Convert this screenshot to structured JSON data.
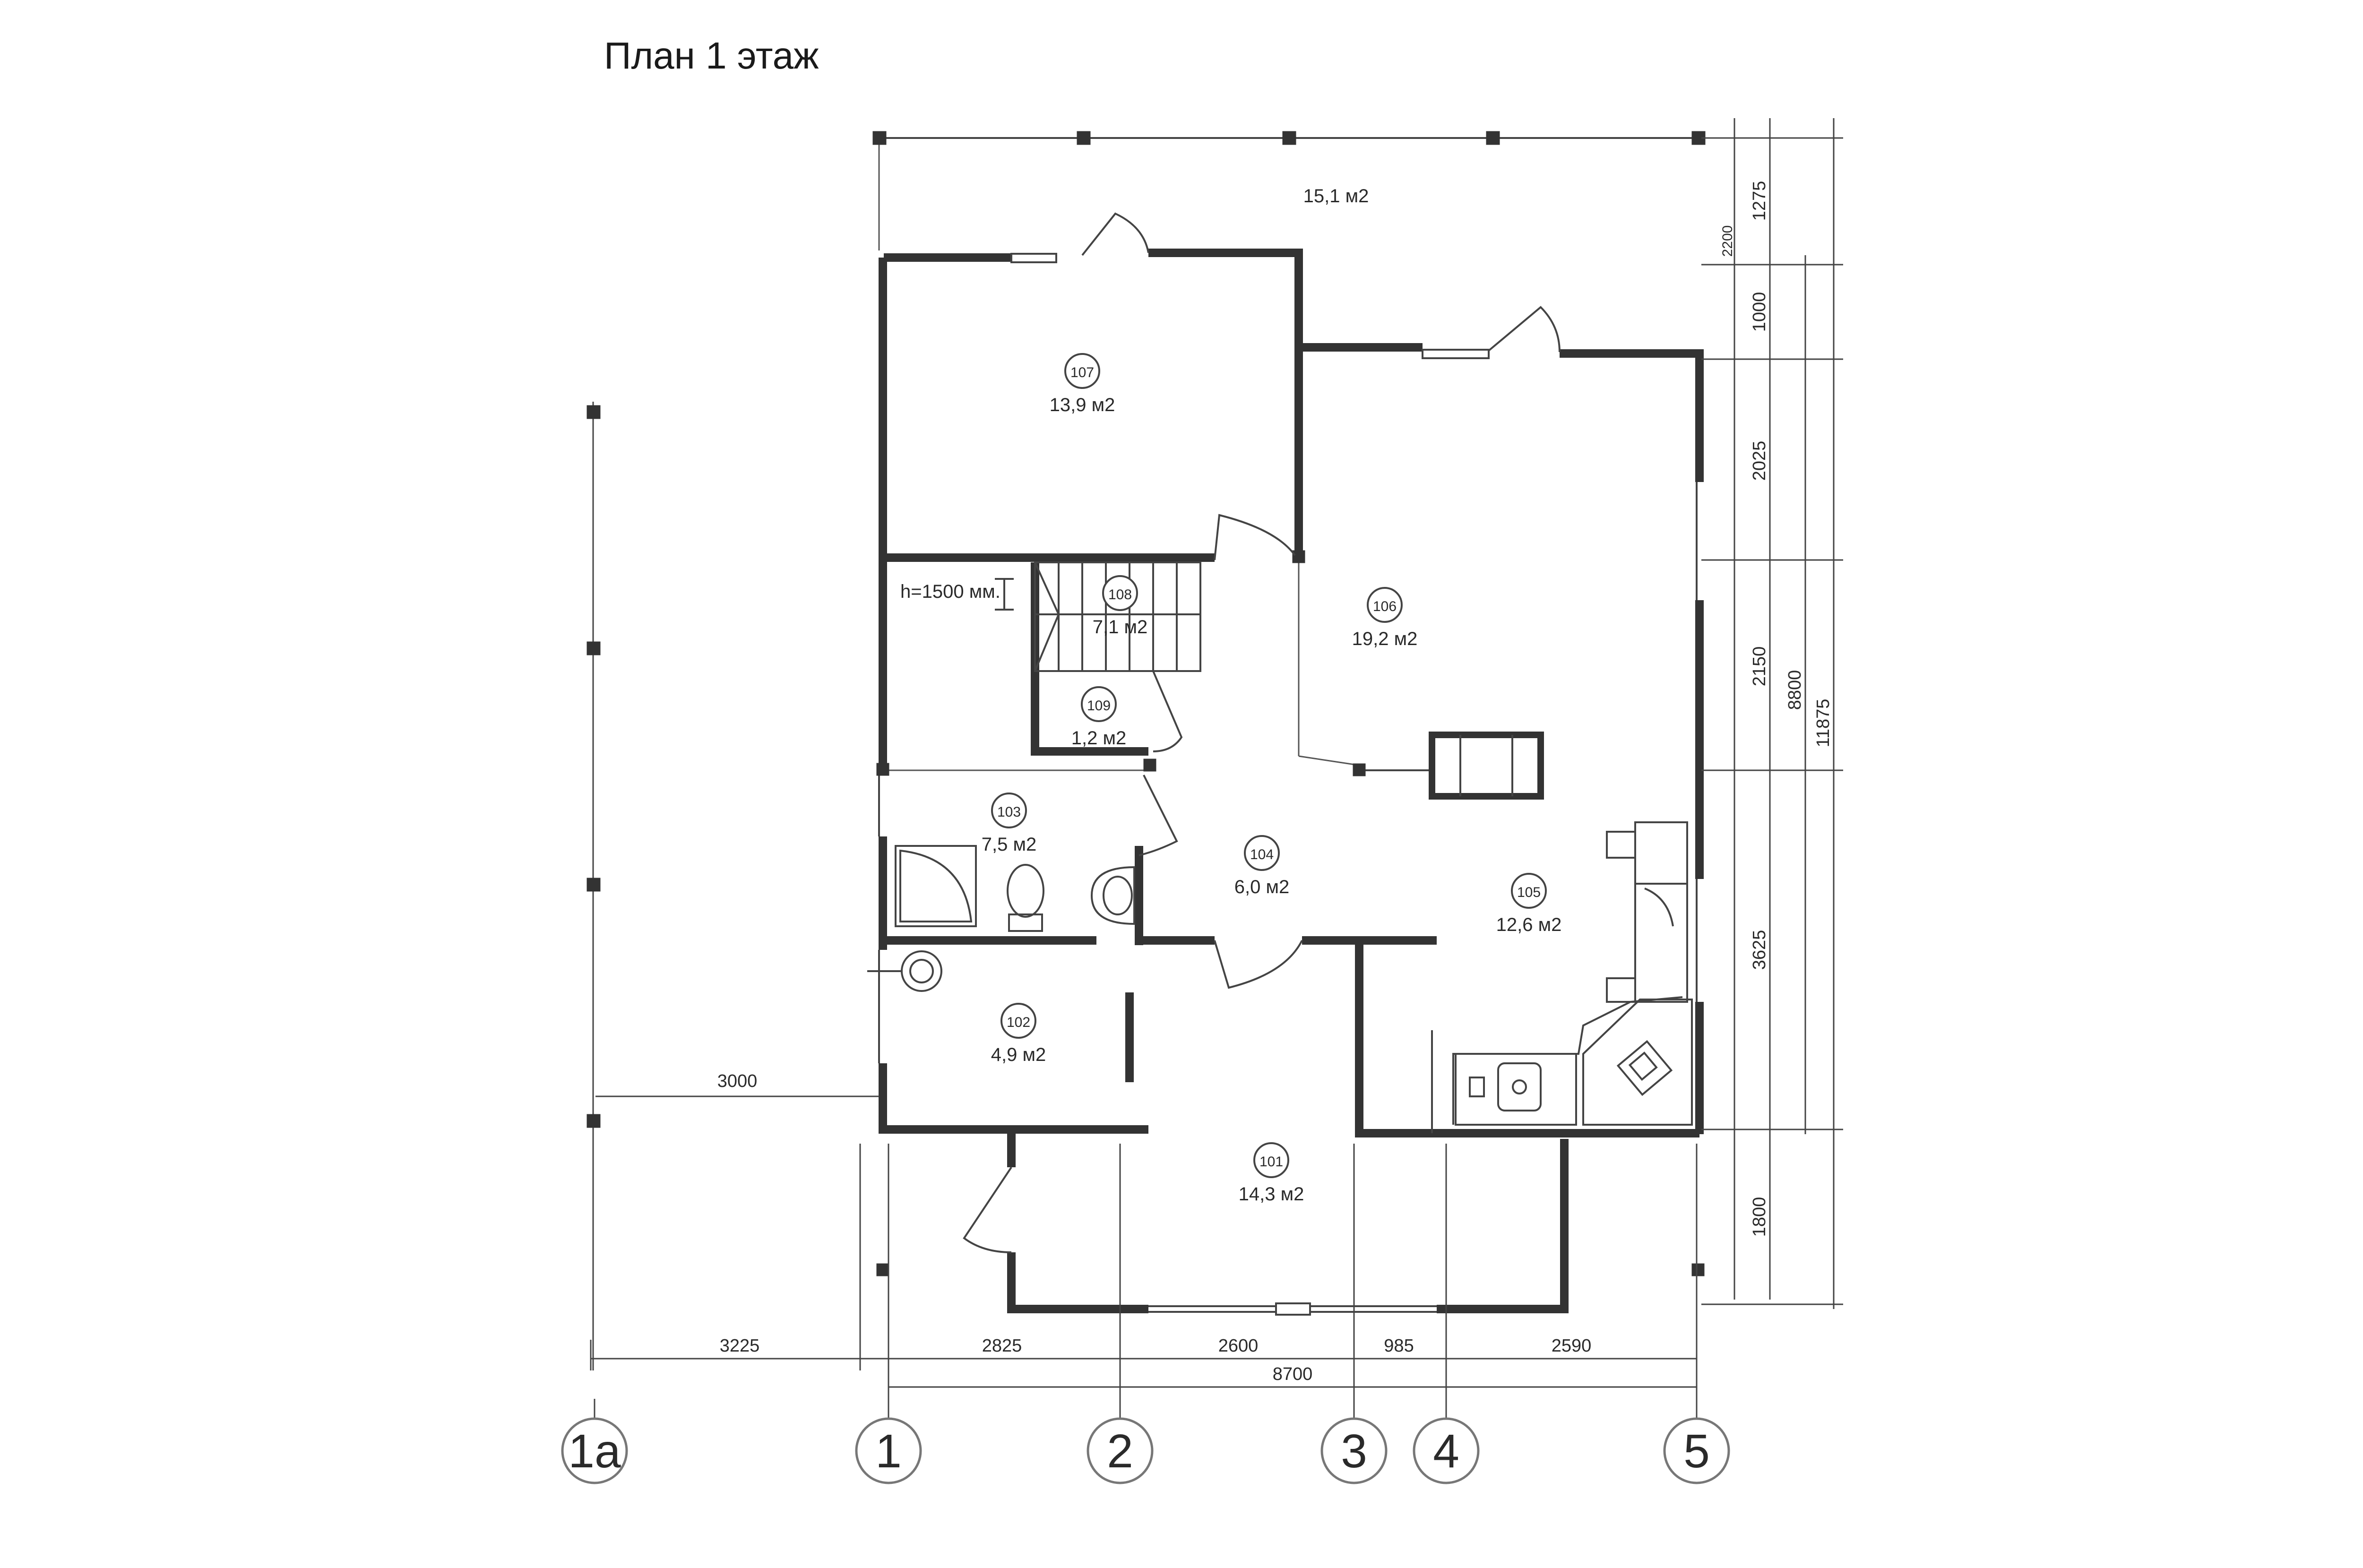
{
  "title": "План 1 этаж",
  "rooms": [
    {
      "id": "101",
      "area": "14,3 м2"
    },
    {
      "id": "102",
      "area": "4,9 м2"
    },
    {
      "id": "103",
      "area": "7,5 м2"
    },
    {
      "id": "104",
      "area": "6,0 м2"
    },
    {
      "id": "105",
      "area": "12,6 м2"
    },
    {
      "id": "106",
      "area": "19,2 м2"
    },
    {
      "id": "107",
      "area": "13,9 м2"
    },
    {
      "id": "108",
      "area": "7,1 м2"
    },
    {
      "id": "109",
      "area": "1,2 м2"
    }
  ],
  "terrace_area": "15,1 м2",
  "stair_height_note": "h=1500 мм.",
  "dimensions_bottom": [
    "3225",
    "2825",
    "2600",
    "985",
    "2590"
  ],
  "dimension_bottom_total": "8700",
  "dimension_left": "3000",
  "dimensions_right": [
    "1275",
    "1000",
    "2025",
    "2150",
    "3625",
    "1800"
  ],
  "dimension_right_small": "2200",
  "dimensions_right_totals": [
    "8800",
    "11875"
  ],
  "axes": [
    "1а",
    "1",
    "2",
    "3",
    "4",
    "5"
  ]
}
